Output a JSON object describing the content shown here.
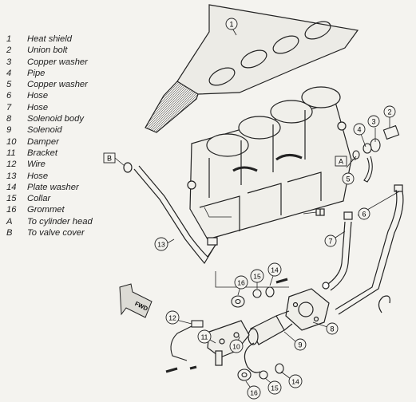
{
  "legend": {
    "items": [
      {
        "key": "1",
        "label": "Heat shield"
      },
      {
        "key": "2",
        "label": "Union bolt"
      },
      {
        "key": "3",
        "label": "Copper washer"
      },
      {
        "key": "4",
        "label": "Pipe"
      },
      {
        "key": "5",
        "label": "Copper washer"
      },
      {
        "key": "6",
        "label": "Hose"
      },
      {
        "key": "7",
        "label": "Hose"
      },
      {
        "key": "8",
        "label": "Solenoid body"
      },
      {
        "key": "9",
        "label": "Solenoid"
      },
      {
        "key": "10",
        "label": "Damper"
      },
      {
        "key": "11",
        "label": "Bracket"
      },
      {
        "key": "12",
        "label": "Wire"
      },
      {
        "key": "13",
        "label": "Hose"
      },
      {
        "key": "14",
        "label": "Plate washer"
      },
      {
        "key": "15",
        "label": "Collar"
      },
      {
        "key": "16",
        "label": "Grommet"
      },
      {
        "key": "A",
        "label": "To cylinder head"
      },
      {
        "key": "B",
        "label": "To valve cover"
      }
    ]
  },
  "callouts": {
    "c1": "1",
    "c2": "2",
    "c3": "3",
    "c4": "4",
    "c5": "5",
    "c6": "6",
    "c7": "7",
    "c8": "8",
    "c9": "9",
    "c10": "10",
    "c11": "11",
    "c12": "12",
    "c13": "13",
    "c14a": "14",
    "c14b": "14",
    "c15a": "15",
    "c15b": "15",
    "c16a": "16",
    "c16b": "16",
    "boxA": "A",
    "boxB": "B"
  },
  "front_arrow_label": "FWD"
}
